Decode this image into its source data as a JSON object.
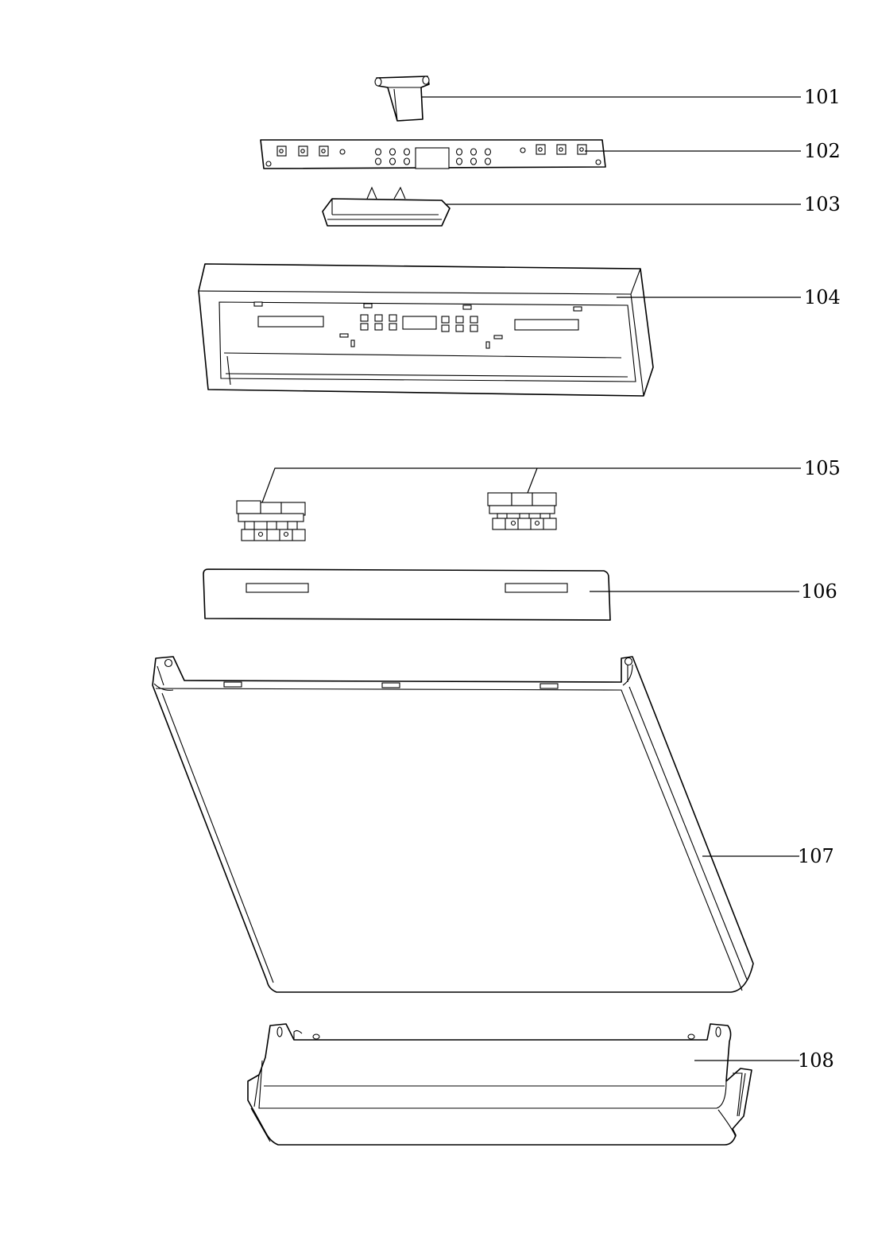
{
  "diagram": {
    "callouts": [
      {
        "id": "p101",
        "label": "101"
      },
      {
        "id": "p102",
        "label": "102"
      },
      {
        "id": "p103",
        "label": "103"
      },
      {
        "id": "p104",
        "label": "104"
      },
      {
        "id": "p105",
        "label": "105"
      },
      {
        "id": "p106",
        "label": "106"
      },
      {
        "id": "p107",
        "label": "107"
      },
      {
        "id": "p108",
        "label": "108"
      }
    ]
  }
}
